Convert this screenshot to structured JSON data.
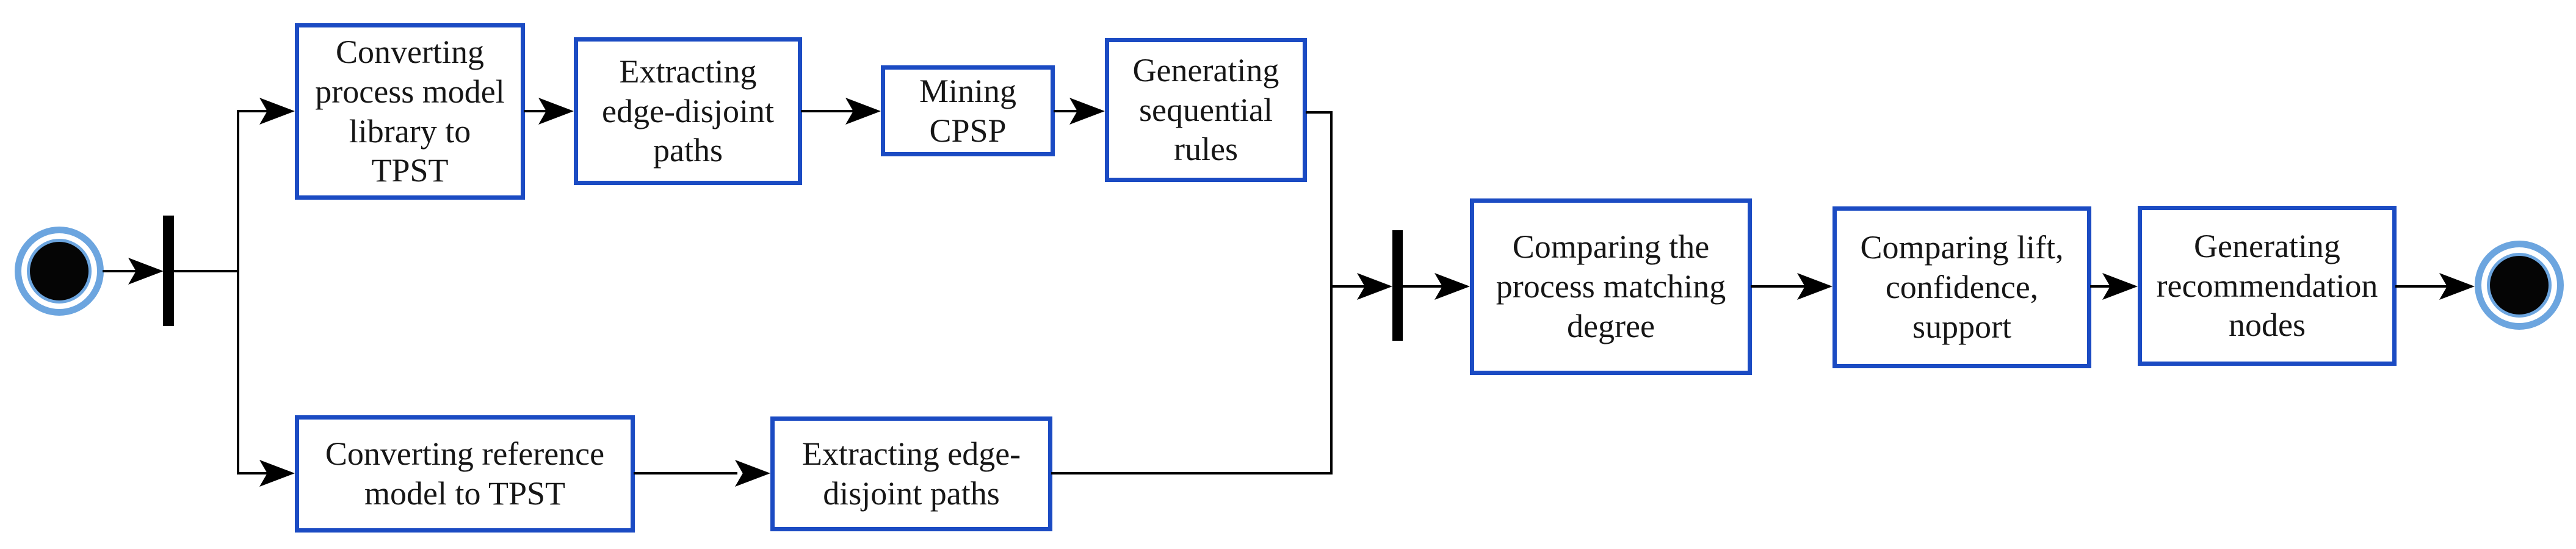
{
  "figure": {
    "type": "activity-flow-diagram",
    "description_visible_text_only": true
  },
  "colors": {
    "activity_border_blue": "#1b4bc3",
    "endpoint_ring_blue": "#6ca5df",
    "connector_black": "#000000",
    "text_black": "#161616",
    "background": "#ffffff"
  },
  "activities": {
    "convert_library": "Converting\nprocess model\nlibrary to\nTPST",
    "extract_paths_top": "Extracting\nedge-disjoint\npaths",
    "mine_cpsp": "Mining\nCPSP",
    "generate_rules": "Generating\nsequential\nrules",
    "convert_reference": "Converting reference\nmodel to TPST",
    "extract_paths_bottom": "Extracting edge-\ndisjoint paths",
    "compare_matching": "Comparing the\nprocess matching\ndegree",
    "compare_lift": "Comparing lift,\nconfidence,\nsupport",
    "generate_recommendations": "Generating\nrecommendation\nnodes"
  },
  "nodes": {
    "start": "initial-node",
    "fork": "fork-bar",
    "join": "join-bar",
    "end": "final-node"
  }
}
